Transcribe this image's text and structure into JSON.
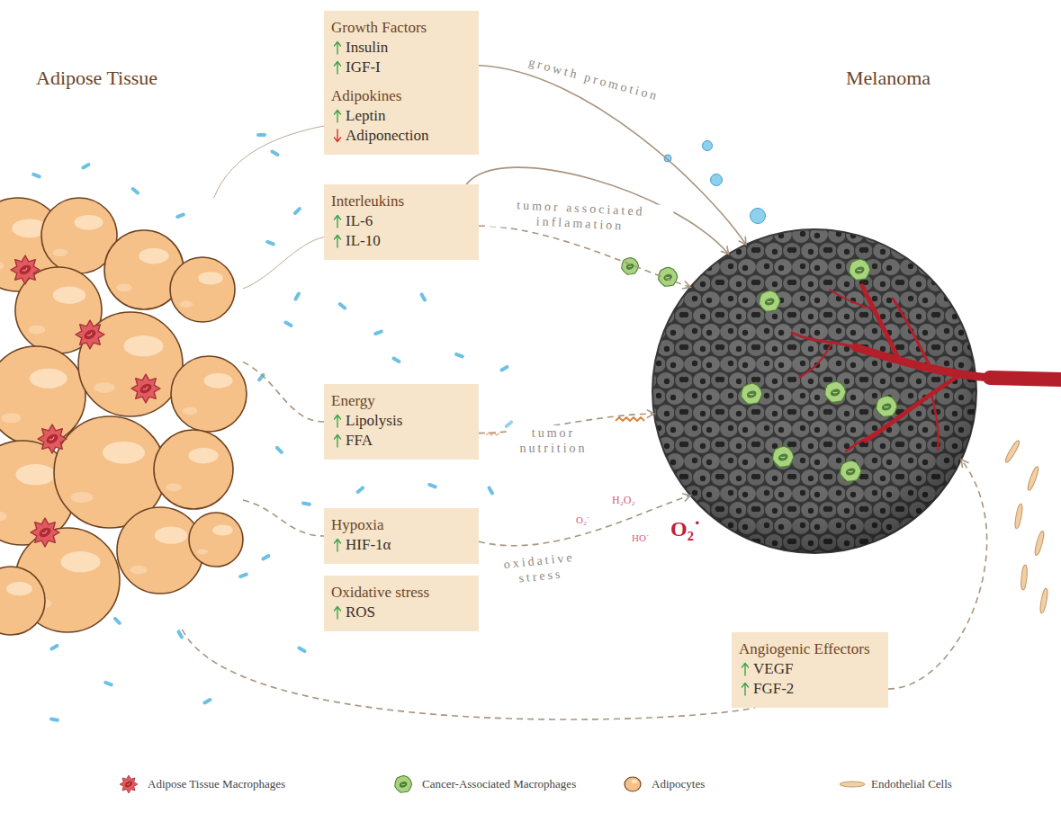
{
  "diagram": {
    "nodes": [
      {
        "text": [
          "Adipose Tissue"
        ]
      },
      {
        "text": [
          "Melanoma"
        ]
      },
      {
        "text": [
          "Growth Factors",
          "Insulin",
          "IGF-I",
          "Adipokines",
          "Leptin",
          "Adiponection"
        ]
      },
      {
        "text": [
          "Interleukins",
          "IL-6",
          "IL-10"
        ]
      },
      {
        "text": [
          "Energy",
          "Lipolysis",
          "FFA"
        ]
      },
      {
        "text": [
          "Hypoxia",
          "HIF-1α"
        ]
      },
      {
        "text": [
          "Oxidative stress",
          "ROS"
        ]
      },
      {
        "text": [
          "Angiogenic Effectors",
          "VEGF",
          "FGF-2"
        ]
      }
    ],
    "edges": [
      {
        "from": 0,
        "to": 2,
        "arrow": "none"
      },
      {
        "from": 0,
        "to": 3,
        "arrow": "none"
      },
      {
        "from": 0,
        "to": 4,
        "arrow": "none"
      },
      {
        "from": 0,
        "to": 5,
        "arrow": "none"
      },
      {
        "from": 0,
        "to": 7,
        "arrow": "none"
      },
      {
        "from": 7,
        "to": 1,
        "arrow": "to"
      },
      {
        "from": 2,
        "to": 1,
        "label": "growth promotion",
        "arrow": "to"
      },
      {
        "from": 3,
        "to": 1,
        "arrow": "to"
      },
      {
        "from": 3,
        "to": 1,
        "label": "tumor associated inflamation",
        "arrow": "to"
      },
      {
        "from": 4,
        "to": 1,
        "label": "tumor nutrition",
        "arrow": "to"
      },
      {
        "from": 5,
        "to": 1,
        "label": "oxidative stress",
        "arrow": "to"
      }
    ],
    "labels": [
      "H₂O₂",
      "O₂˙",
      "HO˙",
      "O₂˙"
    ],
    "legend": [
      {
        "text": "Adipose Tissue Macrophages"
      },
      {
        "text": "Cancer-Associated Macrophages"
      },
      {
        "text": "Adipocytes"
      },
      {
        "text": "Endothelial Cells"
      }
    ]
  }
}
